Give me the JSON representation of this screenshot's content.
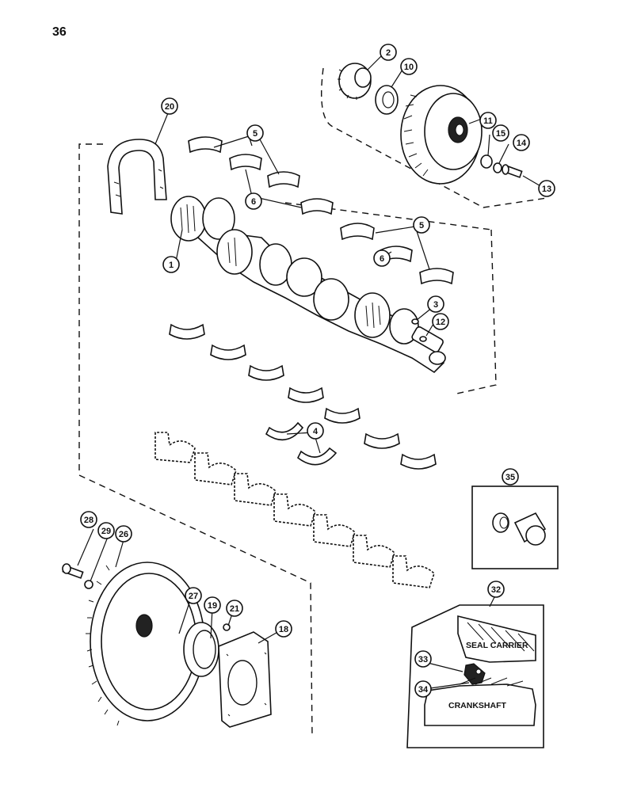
{
  "page": {
    "number": "36"
  },
  "callouts": [
    "1",
    "2",
    "3",
    "4",
    "5",
    "6",
    "10",
    "11",
    "12",
    "13",
    "14",
    "15",
    "18",
    "19",
    "20",
    "21",
    "26",
    "27",
    "28",
    "29",
    "32",
    "33",
    "34",
    "35"
  ],
  "inset_seal": {
    "seal_carrier_label": "SEAL CARRIER",
    "crankshaft_label": "CRANKSHAFT"
  },
  "colors": {
    "ink": "#111111",
    "paper": "#ffffff"
  }
}
